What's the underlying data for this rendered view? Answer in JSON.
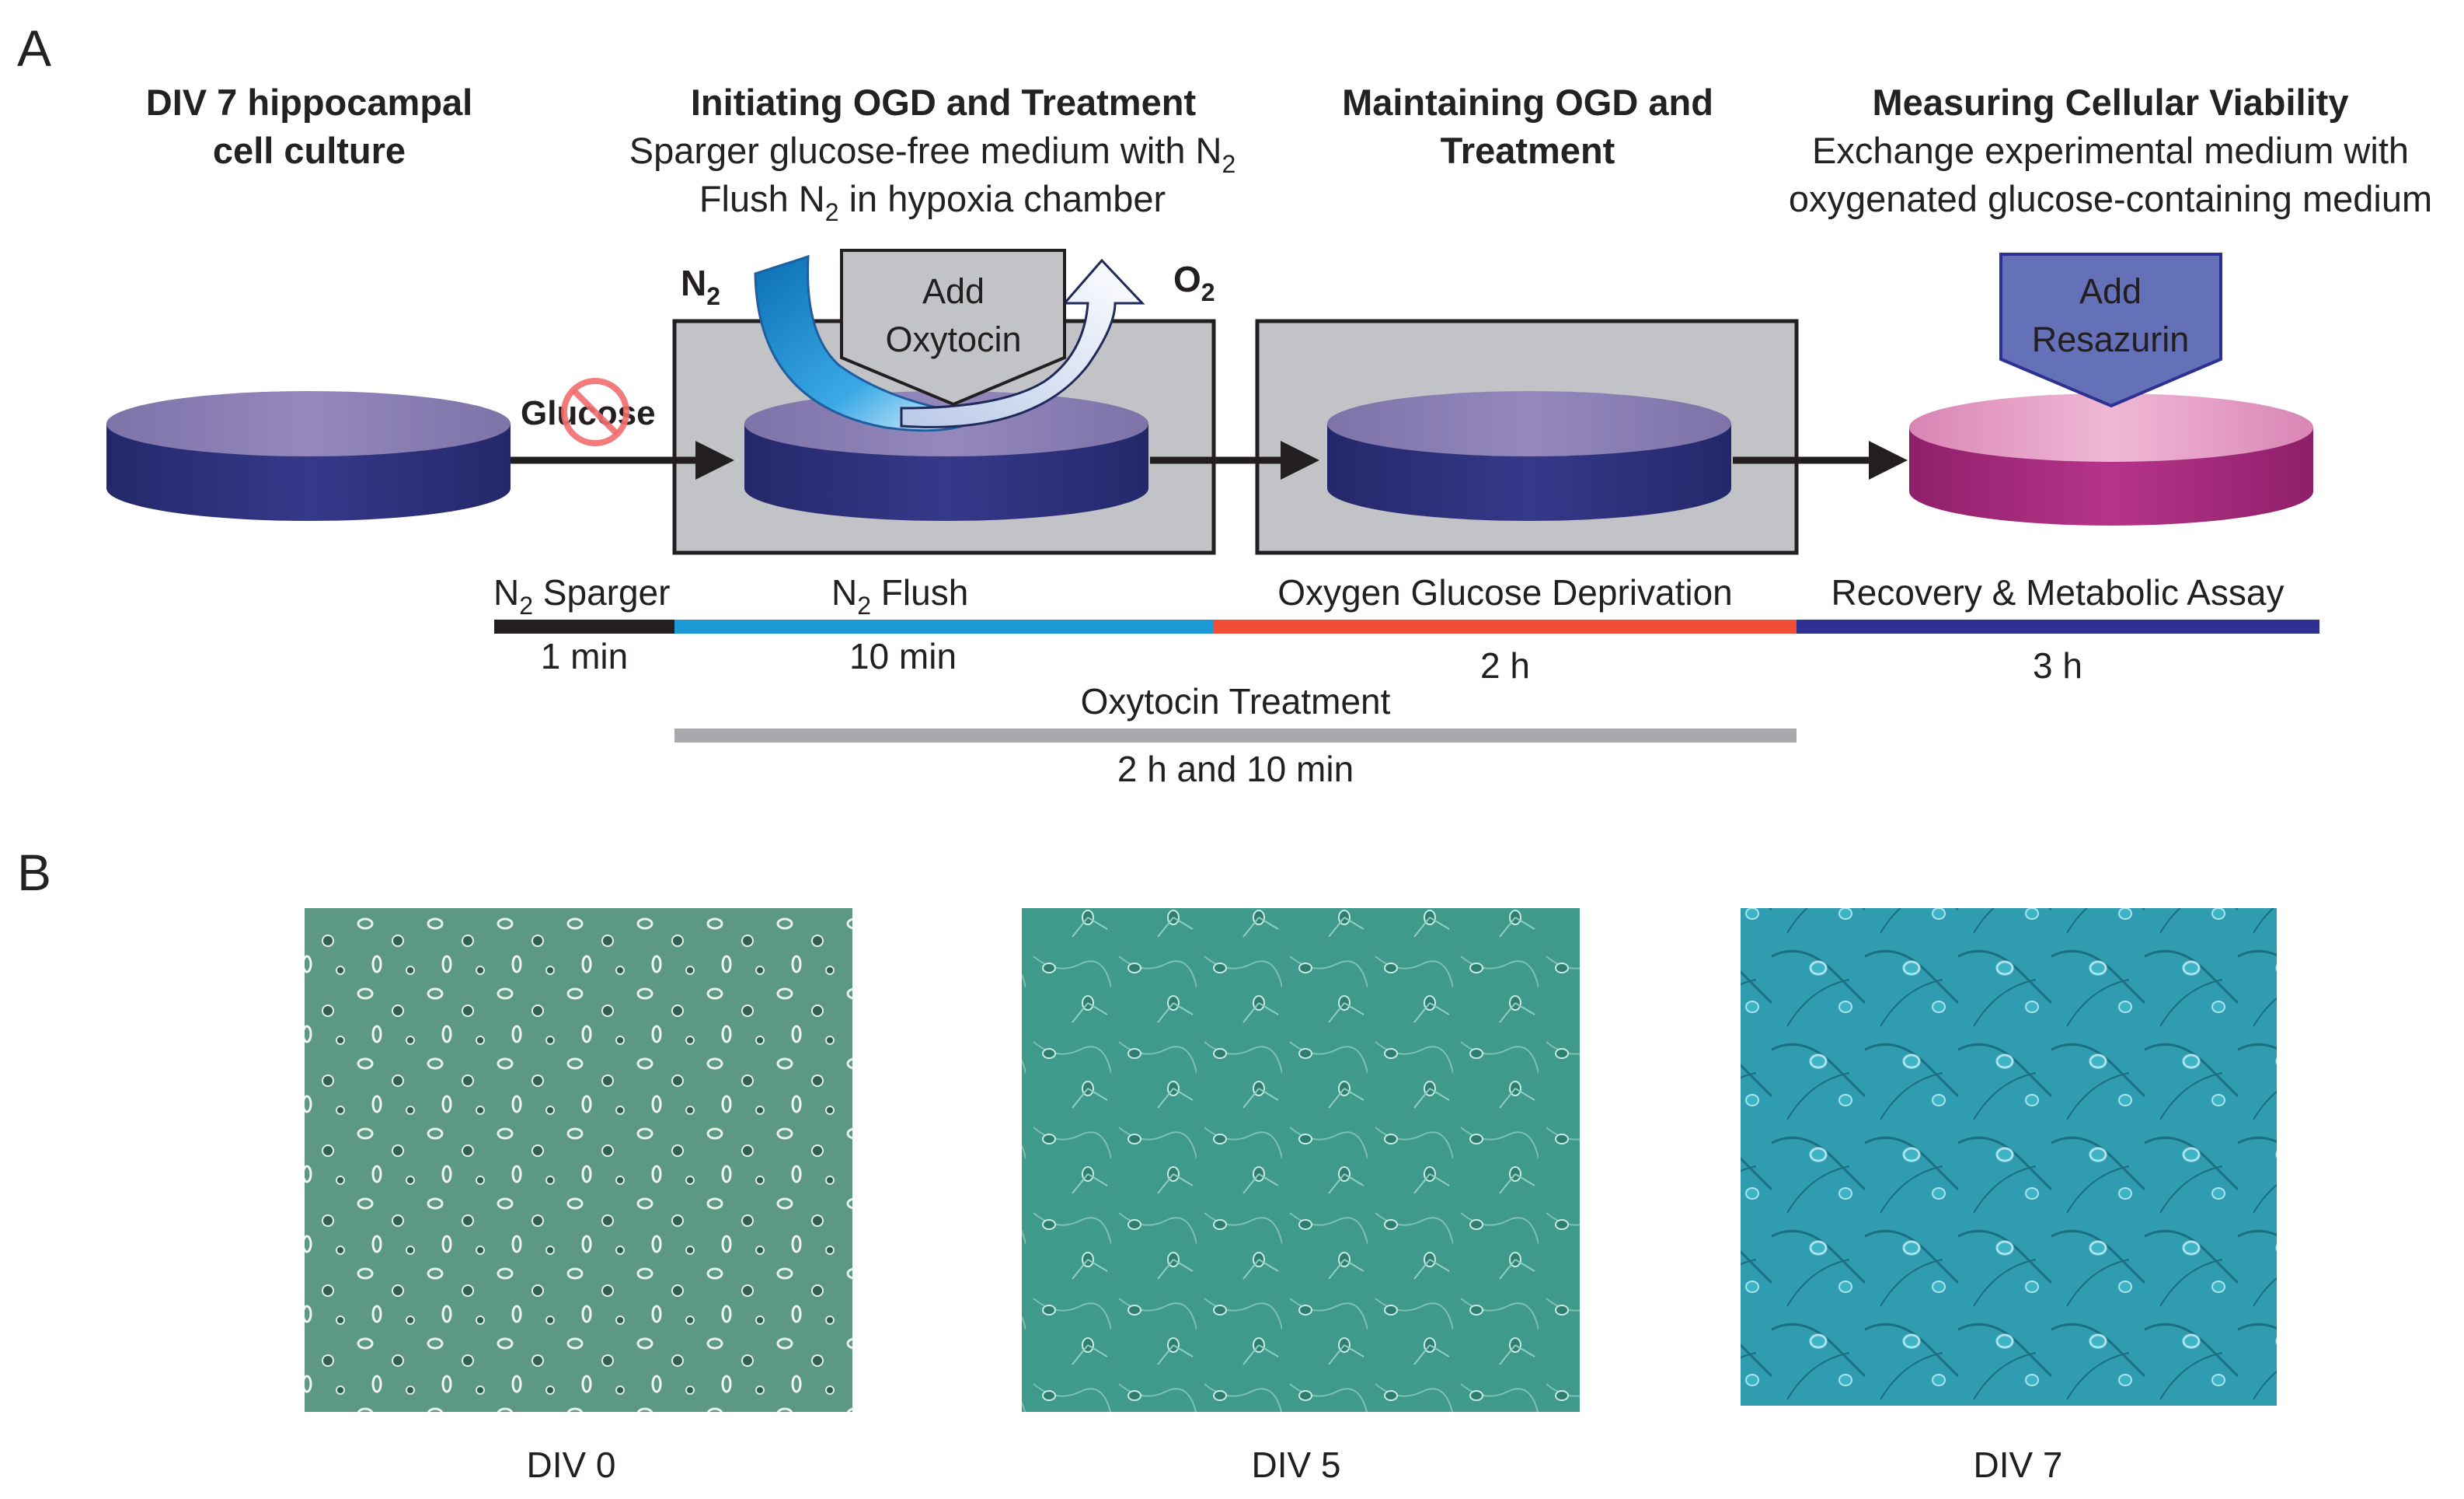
{
  "panel_a": {
    "label": "A",
    "headings": {
      "step1_line1": "DIV 7 hippocampal",
      "step1_line2": "cell culture",
      "step2_title": "Initiating OGD and Treatment",
      "step2_desc1_pre": "Sparger glucose-free medium with N",
      "step2_desc1_sub": "2",
      "step2_desc2_pre": "Flush N",
      "step2_desc2_sub": "2",
      "step2_desc2_post": " in hypoxia chamber",
      "step3_line1": "Maintaining OGD and",
      "step3_line2": "Treatment",
      "step4_title": "Measuring Cellular Viability",
      "step4_desc1": "Exchange experimental medium with",
      "step4_desc2": "oxygenated glucose-containing medium"
    },
    "glucose_label": "Glucose",
    "n2_label": "N",
    "n2_sub": "2",
    "o2_label": "O",
    "o2_sub": "2",
    "add_oxytocin_1": "Add",
    "add_oxytocin_2": "Oxytocin",
    "add_resazurin_1": "Add",
    "add_resazurin_2": "Resazurin",
    "timeline": {
      "n2_sparger_pre": "N",
      "n2_sparger_sub": "2",
      "n2_sparger_post": " Sparger",
      "n2_sparger_time": "1 min",
      "n2_flush_pre": "N",
      "n2_flush_sub": "2",
      "n2_flush_post": " Flush",
      "n2_flush_time": "10 min",
      "ogd_label": "Oxygen Glucose Deprivation",
      "ogd_time": "2 h",
      "recovery_label": "Recovery & Metabolic Assay",
      "recovery_time": "3 h",
      "oxytocin_label": "Oxytocin Treatment",
      "oxytocin_time": "2 h and 10 min"
    },
    "colors": {
      "dish_top": "#8a7fb0",
      "dish_side": "#2b2f75",
      "resazurin_top": "#e8a6c9",
      "resazurin_side": "#a8247a",
      "chamber": "#c2c3c7",
      "sparger_bar": "#231f20",
      "flush_bar": "#1b9ad6",
      "ogd_bar": "#f04e37",
      "recovery_bar": "#2e3192",
      "oxytocin_bar": "#a7a9ac",
      "oxytocin_arrow": "#c2c3c7",
      "resazurin_arrow": "#6470b8"
    }
  },
  "panel_b": {
    "label": "B",
    "images": [
      {
        "caption": "DIV 0",
        "color": "#5c9884"
      },
      {
        "caption": "DIV 5",
        "color": "#3f9a8c"
      },
      {
        "caption": "DIV 7",
        "color": "#2f9cb0"
      }
    ]
  }
}
